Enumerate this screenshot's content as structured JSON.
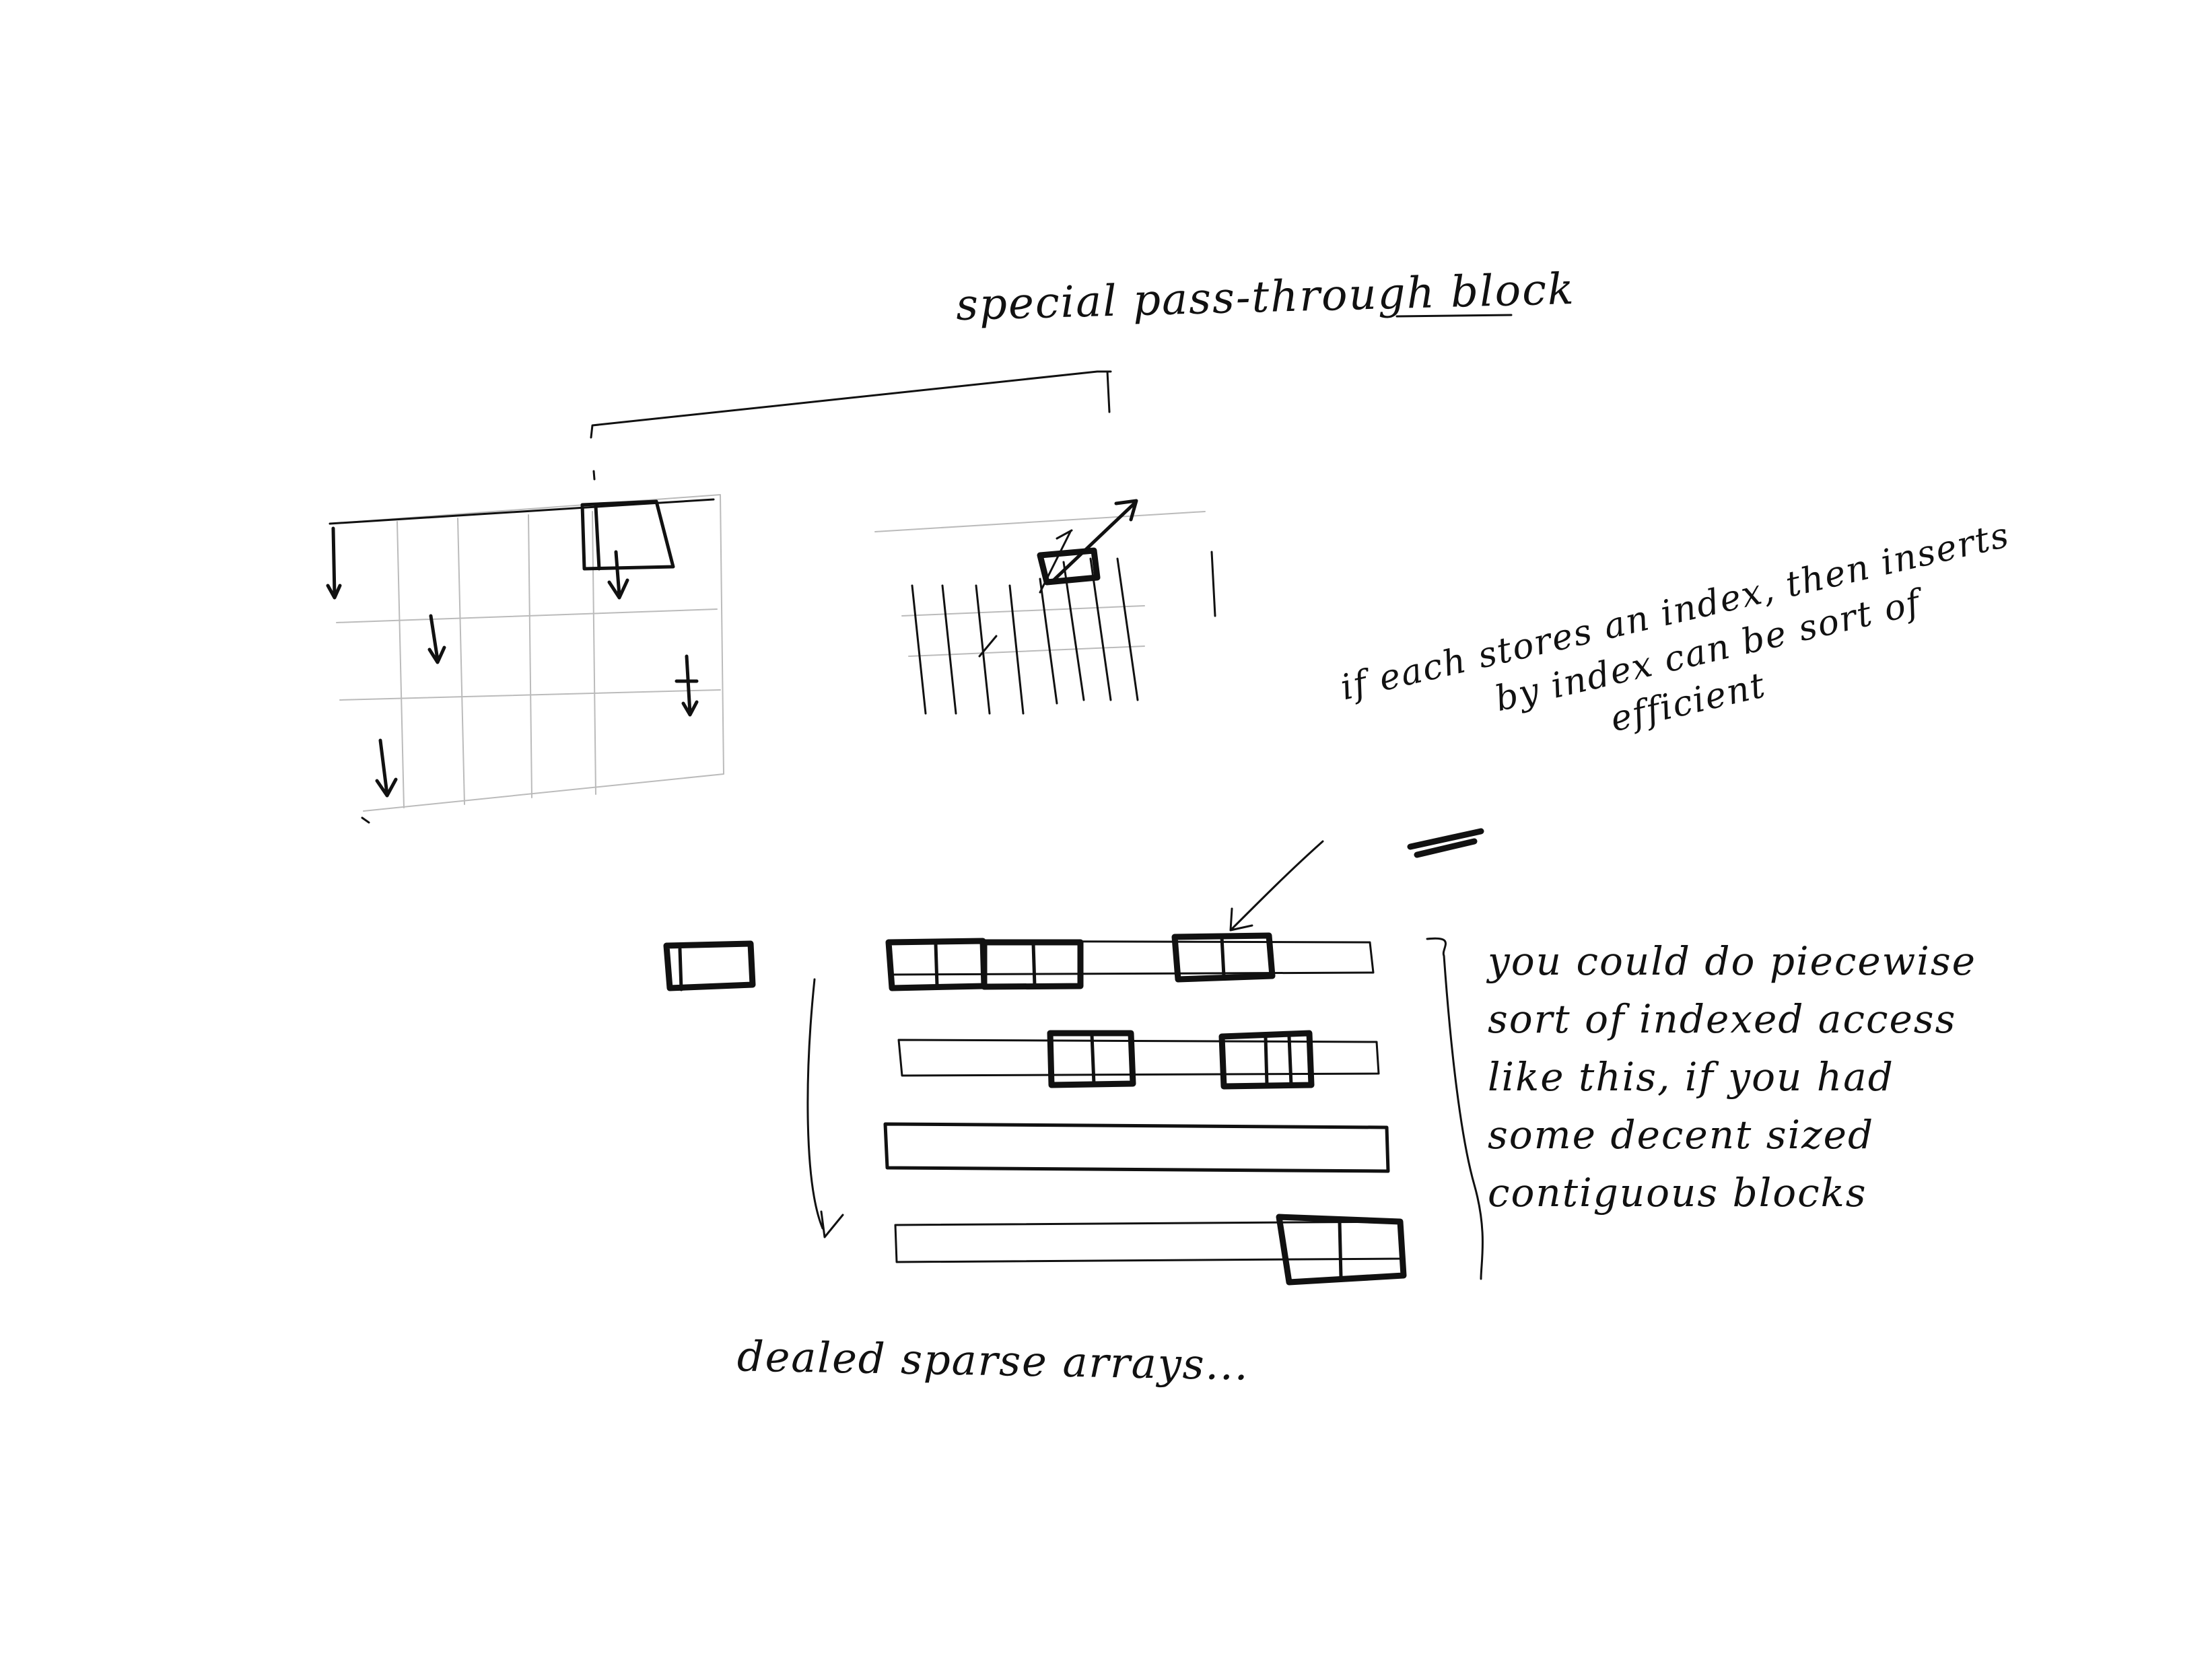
{
  "labels": {
    "top": "special pass-through block",
    "bottom": "dealed sparse arrays..."
  },
  "notes": {
    "middle": [
      "if each stores an index, then inserts",
      "by index can be sort of",
      "efficient"
    ],
    "right": [
      "you could do piecewise",
      "sort of indexed access",
      "like this, if you had",
      "some decent sized",
      "contiguous blocks"
    ]
  }
}
